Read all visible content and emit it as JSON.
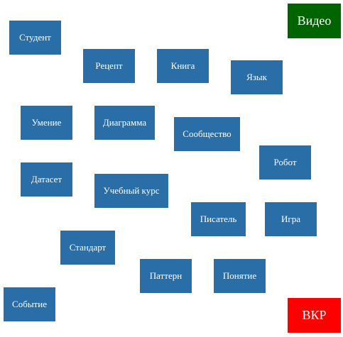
{
  "corners": {
    "video": {
      "label": "Видео",
      "color": "#006400"
    },
    "vkr": {
      "label": "ВКР",
      "color": "#ff0000"
    }
  },
  "node_color": "#2a6ea8",
  "nodes": {
    "student": "Студент",
    "recept": "Рецепт",
    "kniga": "Книга",
    "yazyk": "Язык",
    "umenie": "Умение",
    "diagram": "Диаграмма",
    "soobshchestvo": "Сообщество",
    "robot": "Робот",
    "dataset": "Датасет",
    "course": "Учебный курс",
    "writer": "Писатель",
    "game": "Игра",
    "standard": "Стандарт",
    "pattern": "Паттерн",
    "concept": "Понятие",
    "event": "Событие"
  }
}
